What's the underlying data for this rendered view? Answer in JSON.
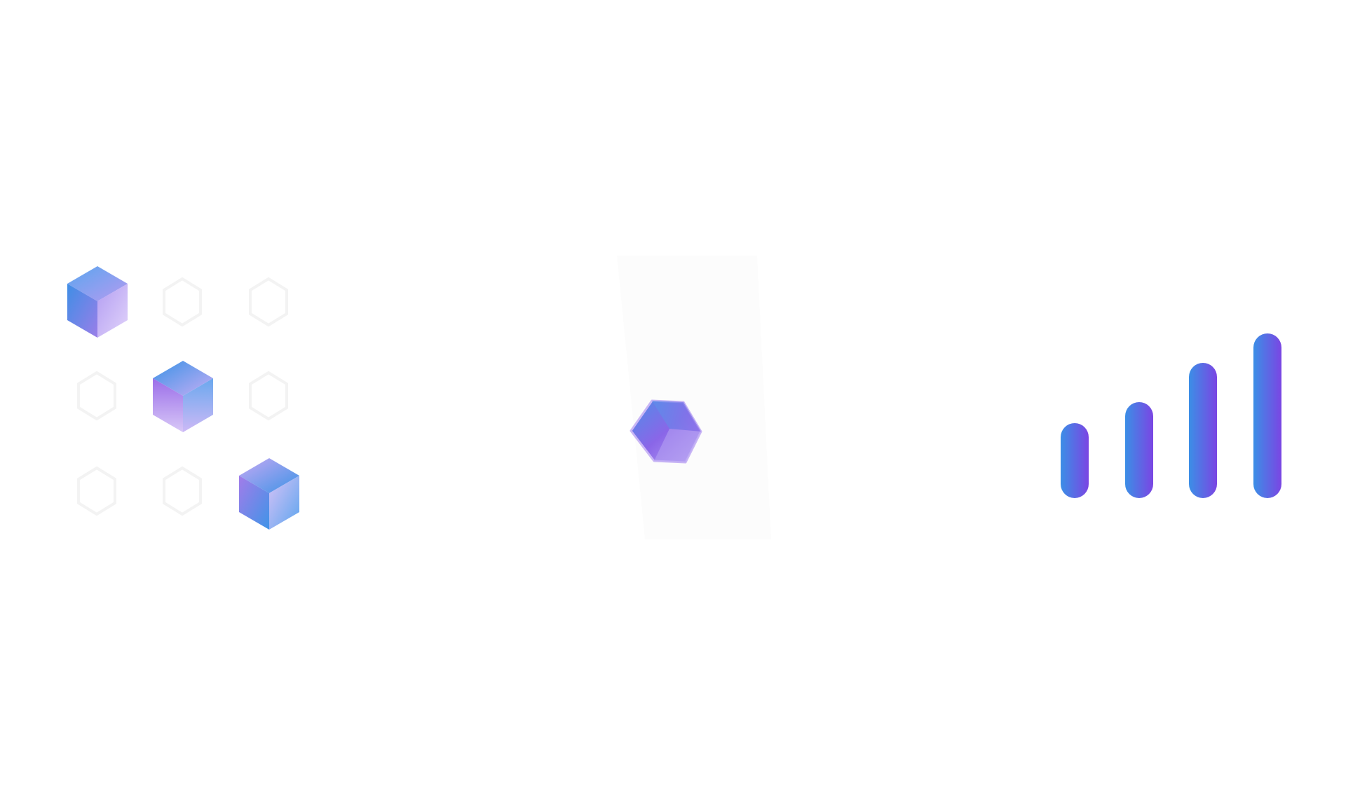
{
  "colors": {
    "background": "#ffffff",
    "blue": "#3b8fe6",
    "purple": "#7b4be3",
    "lavender": "#d9c8f5",
    "ghost": "#fafafa"
  },
  "icons": {
    "left": "cube-grid-icon",
    "middle": "floating-cube-icon",
    "right": "signal-bars-icon"
  },
  "cube_grid": {
    "rows": 3,
    "cols": 3,
    "filled_cells": [
      [
        0,
        0
      ],
      [
        1,
        1
      ],
      [
        2,
        2
      ]
    ]
  },
  "signal_bars": {
    "count": 4,
    "levels": [
      0.45,
      0.58,
      0.76,
      0.95
    ]
  }
}
